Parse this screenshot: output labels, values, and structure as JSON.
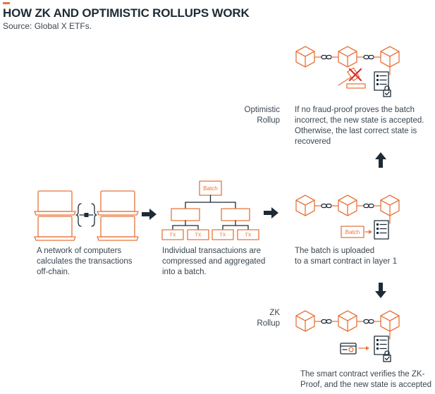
{
  "header": {
    "title": "HOW ZK AND OPTIMISTIC ROLLUPS WORK",
    "source": "Source: Global X ETFs."
  },
  "steps": {
    "computers": [
      "A network of computers",
      "calculates the transactions",
      "off-chain."
    ],
    "batching": [
      "Individual transactuions are",
      "compressed and aggregated",
      "into a batch."
    ],
    "upload": [
      "The batch is uploaded",
      "to a smart contract in layer 1"
    ]
  },
  "optimistic": {
    "label": [
      "Optimistic",
      "Rollup"
    ],
    "desc": [
      "If no fraud-proof proves the batch",
      "incorrect, the new state is accepted.",
      "Otherwise, the last correct state is",
      "recovered"
    ]
  },
  "zk": {
    "label": [
      "ZK",
      "Rollup"
    ],
    "desc": [
      "The smart contract verifies the ZK-",
      "Proof, and the new state is accepted"
    ]
  },
  "labels": {
    "batch": "Batch",
    "tx": "TX"
  },
  "icons": {
    "computer": "laptop-icon",
    "block": "cube-block-icon",
    "chain": "chain-link-icon",
    "contract": "smart-contract-icon",
    "lock": "lock-icon",
    "gavel": "gavel-icon",
    "reject": "x-mark-icon",
    "proof": "zk-proof-document-icon",
    "arrow": "arrow-icon"
  },
  "colors": {
    "accent": "#e8743b",
    "reject": "#d62f2f",
    "ink": "#1d2b36"
  }
}
